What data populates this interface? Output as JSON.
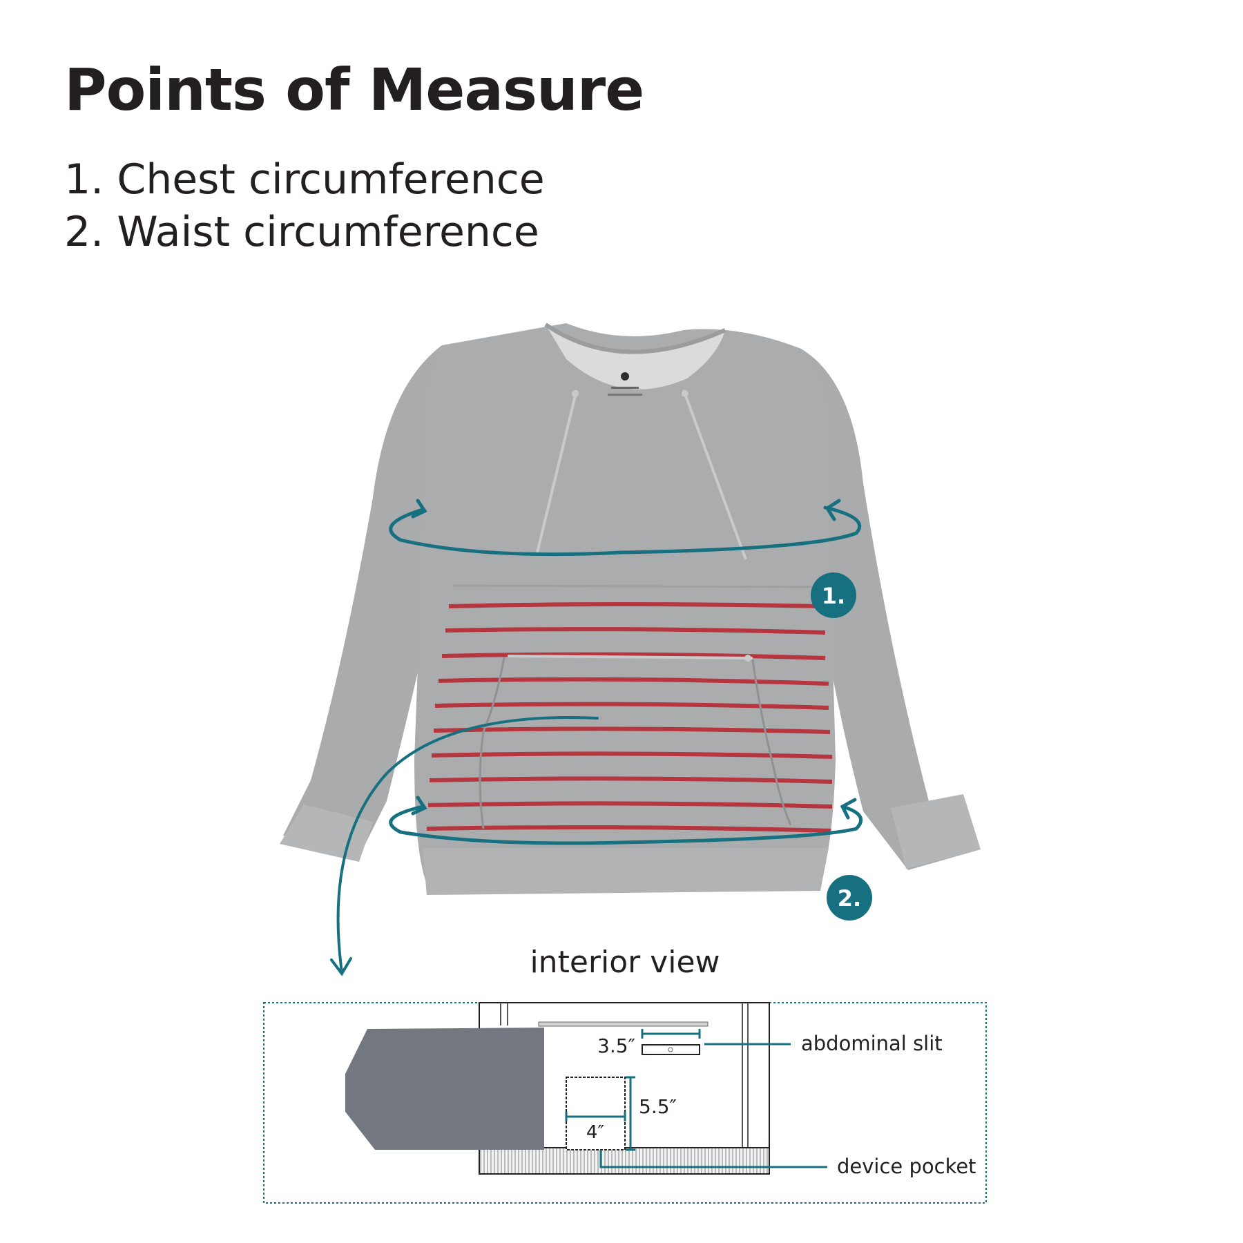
{
  "title": "Points of Measure",
  "measure_points": [
    {
      "label": "1. Chest circumference"
    },
    {
      "label": "2. Waist circumference"
    }
  ],
  "markers": [
    "1.",
    "2."
  ],
  "interior_view": {
    "title": "interior view",
    "dimensions": {
      "slit_width": "3.5″",
      "pocket_height": "5.5″",
      "pocket_width": "4″"
    },
    "callouts": {
      "slit": "abdominal slit",
      "pocket": "device pocket"
    }
  },
  "colors": {
    "accent_teal": "#17707f",
    "garment_gray": "#a9abad",
    "stripe_red": "#b5363f",
    "text": "#231f20",
    "interior_panel": "#737780"
  },
  "icons": [
    "measure-arrow-icon",
    "curved-arrow-icon"
  ]
}
